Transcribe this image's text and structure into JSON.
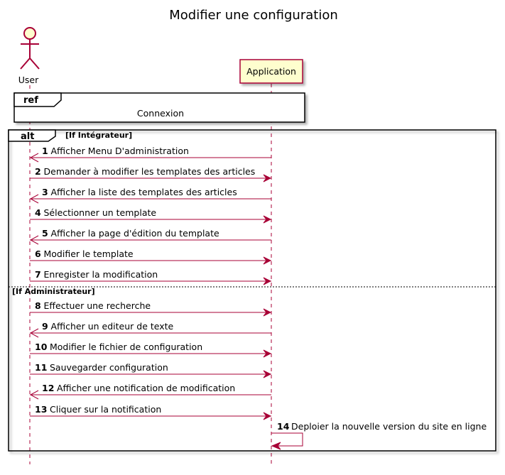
{
  "diagram": {
    "title": "Modifier une configuration",
    "participants": {
      "user": "User",
      "app": "Application"
    },
    "ref": {
      "keyword": "ref",
      "text": "Connexion"
    },
    "alt": {
      "keyword": "alt",
      "guard1": "[If Intégrateur]",
      "guard2": "[If Administrateur]"
    },
    "messages": [
      {
        "n": "1",
        "text": "Afficher Menu D'administration",
        "dir": "left"
      },
      {
        "n": "2",
        "text": "Demander à modifier les templates des articles",
        "dir": "right"
      },
      {
        "n": "3",
        "text": "Afficher la liste des templates des articles",
        "dir": "left"
      },
      {
        "n": "4",
        "text": "Sélectionner un template",
        "dir": "right"
      },
      {
        "n": "5",
        "text": "Afficher la page d'édition du template",
        "dir": "left"
      },
      {
        "n": "6",
        "text": "Modifier le template",
        "dir": "right"
      },
      {
        "n": "7",
        "text": "Enregister la modification",
        "dir": "right"
      },
      {
        "n": "8",
        "text": "Effectuer une recherche",
        "dir": "right"
      },
      {
        "n": "9",
        "text": "Afficher un editeur de texte",
        "dir": "left"
      },
      {
        "n": "10",
        "text": "Modifier le fichier de configuration",
        "dir": "right"
      },
      {
        "n": "11",
        "text": "Sauvegarder configuration",
        "dir": "right"
      },
      {
        "n": "12",
        "text": "Afficher une notification de modification",
        "dir": "left"
      },
      {
        "n": "13",
        "text": "Cliquer sur la notification",
        "dir": "right"
      },
      {
        "n": "14",
        "text": "Deploier la nouvelle version du site en ligne",
        "dir": "self"
      }
    ],
    "colors": {
      "arrow": "#A80036",
      "participant_fill": "#FEFECE",
      "actor_fill": "#FEFECE",
      "frame": "#000000"
    }
  }
}
